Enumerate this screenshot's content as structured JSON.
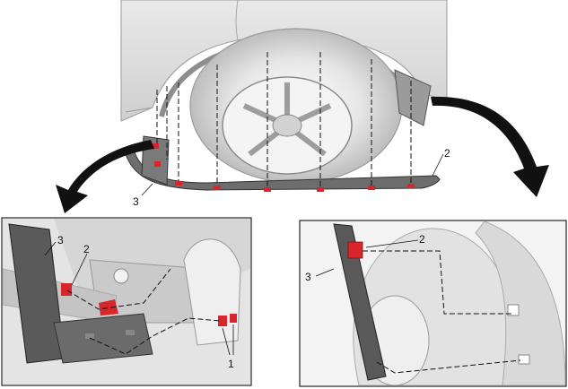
{
  "callouts": {
    "top_clip": "2",
    "top_panel": "3",
    "left_panel": "3",
    "left_clip": "2",
    "left_fasteners": "1",
    "right_clip": "2",
    "right_panel": "3"
  },
  "colors": {
    "fastener_red": "#d8262c",
    "body_gray": "#dcdcdc",
    "panel_dark": "#5a5a5a",
    "frame": "#222222"
  }
}
